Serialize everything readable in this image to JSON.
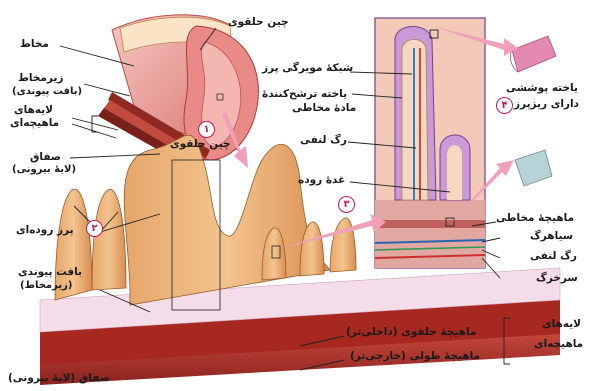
{
  "labels": {
    "mucosa": "مخاط",
    "submucosa": "زیرمخاط",
    "submucosa_sub": "(بافت پیوندی)",
    "muscle_layers_1": "لایه‌های",
    "muscle_layers_2": "ماهیچه‌ای",
    "serosa": "صفاق",
    "serosa_sub": "(لایهٔ بیرونی)",
    "circular_fold_top": "چین حلقوی",
    "circular_fold_mid": "چین حلقوی",
    "villi": "پرز روده‌ای",
    "connective": "بافت پیوندی",
    "connective_sub": "(زیرمخاط)",
    "capillary_net": "شبکهٔ مویرگی پرز",
    "mucus_cell_1": "یاخته ترشح‌کنندهٔ",
    "mucus_cell_2": "مادهٔ مخاطی",
    "lacteal": "رگ لنفی",
    "intestinal_gland": "غدهٔ روده",
    "epithelial_cell_1": "یاخته پوششی",
    "epithelial_cell_2": "دارای ریزپرز",
    "muscularis_mucosa": "ماهیچهٔ مخاطی",
    "vein": "سیاهرگ",
    "lymph_vessel": "رگ لنفی",
    "artery": "سرخرگ",
    "muscle_layers_bottom_1": "لایه‌های",
    "muscle_layers_bottom_2": "ماهیچه‌ای",
    "circular_muscle": "ماهیچهٔ حلقوی (داخلی‌تر)",
    "longitudinal_muscle": "ماهیچهٔ طولی (خارجی‌تر)",
    "serosa_bottom": "صفاق (لایهٔ بیرونی)"
  },
  "numbers": {
    "n1": "۱",
    "n2": "۲",
    "n3": "۳",
    "n4": "۴"
  }
}
